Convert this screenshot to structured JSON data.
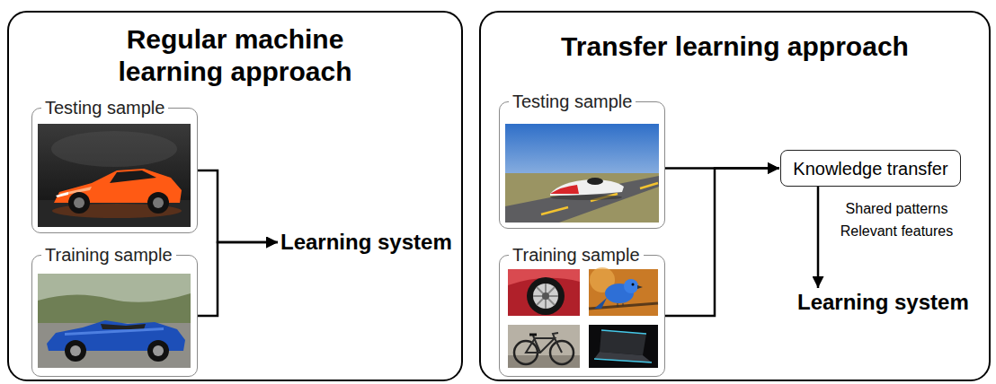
{
  "diagram": {
    "nodes": [
      {
        "text": [
          "Regular machine learning approach"
        ]
      },
      {
        "text": [
          "Testing sample"
        ],
        "in": 0
      },
      {
        "text": [
          "Training sample"
        ],
        "in": 0
      },
      {
        "text": [
          "Learning system"
        ],
        "in": 0
      },
      {
        "text": [
          "Transfer learning approach"
        ]
      },
      {
        "text": [
          "Testing sample"
        ],
        "in": 4
      },
      {
        "text": [
          "Training sample"
        ],
        "in": 4
      },
      {
        "text": [
          "Knowledge transfer"
        ],
        "in": 4
      },
      {
        "text": [
          "Learning system"
        ],
        "in": 4
      }
    ],
    "edges": [
      {
        "from": 1,
        "to": 3,
        "arrow": "to"
      },
      {
        "from": 2,
        "to": 3,
        "arrow": "to"
      },
      {
        "from": 5,
        "to": 7,
        "arrow": "to"
      },
      {
        "from": 6,
        "to": 7,
        "arrow": "to"
      },
      {
        "from": 7,
        "to": 8,
        "arrow": "to",
        "label": "Shared patterns Relevant features"
      }
    ]
  }
}
